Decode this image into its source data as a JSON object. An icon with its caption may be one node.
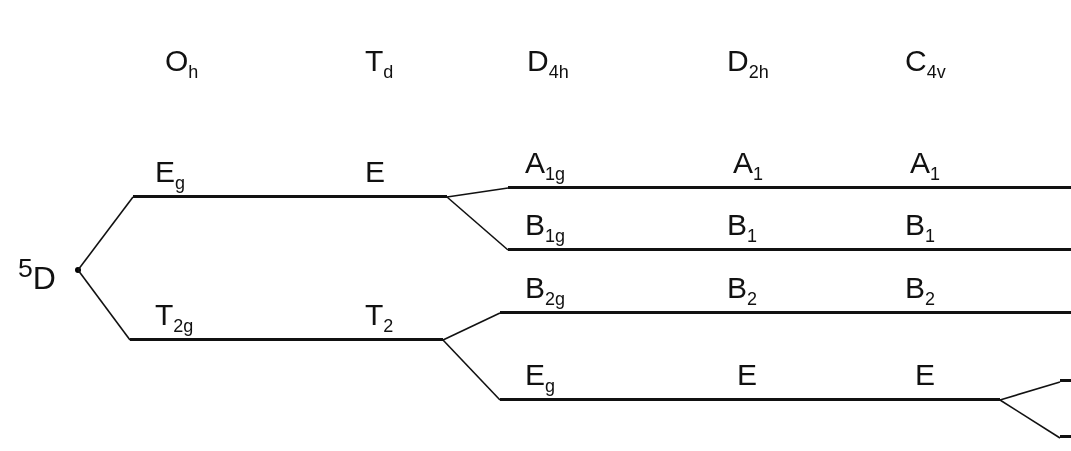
{
  "diagram": {
    "nodes": [
      {
        "text": [
          "$^{5}$D"
        ]
      },
      {
        "text": [
          "E$_{g}$",
          "E"
        ]
      },
      {
        "text": [
          "T$_{2g}$",
          "T$_{2}$"
        ]
      },
      {
        "text": [
          "A$_{1g}$",
          "A$_{1}$",
          "A$_{1}$"
        ]
      },
      {
        "text": [
          "B$_{1g}$",
          "B$_{1}$",
          "B$_{1}$"
        ]
      },
      {
        "text": [
          "B$_{2g}$",
          "B$_{2}$",
          "B$_{2}$"
        ]
      },
      {
        "text": [
          "E$_{g}$",
          "E",
          "E"
        ]
      },
      {
        "text": [],
        "shape": "bar"
      },
      {
        "text": [],
        "shape": "bar"
      }
    ],
    "edges": [
      {
        "from": 0,
        "to": 1,
        "arrow": "none"
      },
      {
        "from": 0,
        "to": 2,
        "arrow": "none"
      },
      {
        "from": 1,
        "to": 3,
        "arrow": "none"
      },
      {
        "from": 1,
        "to": 4,
        "arrow": "none"
      },
      {
        "from": 2,
        "to": 5,
        "arrow": "none"
      },
      {
        "from": 2,
        "to": 6,
        "arrow": "none"
      },
      {
        "from": 6,
        "to": 7,
        "arrow": "none"
      },
      {
        "from": 6,
        "to": 8,
        "arrow": "none"
      }
    ],
    "labels": [
      "O$_{h}$",
      "T$_{d}$",
      "D$_{4h}$",
      "D$_{2h}$",
      "C$_{4v}$"
    ]
  }
}
